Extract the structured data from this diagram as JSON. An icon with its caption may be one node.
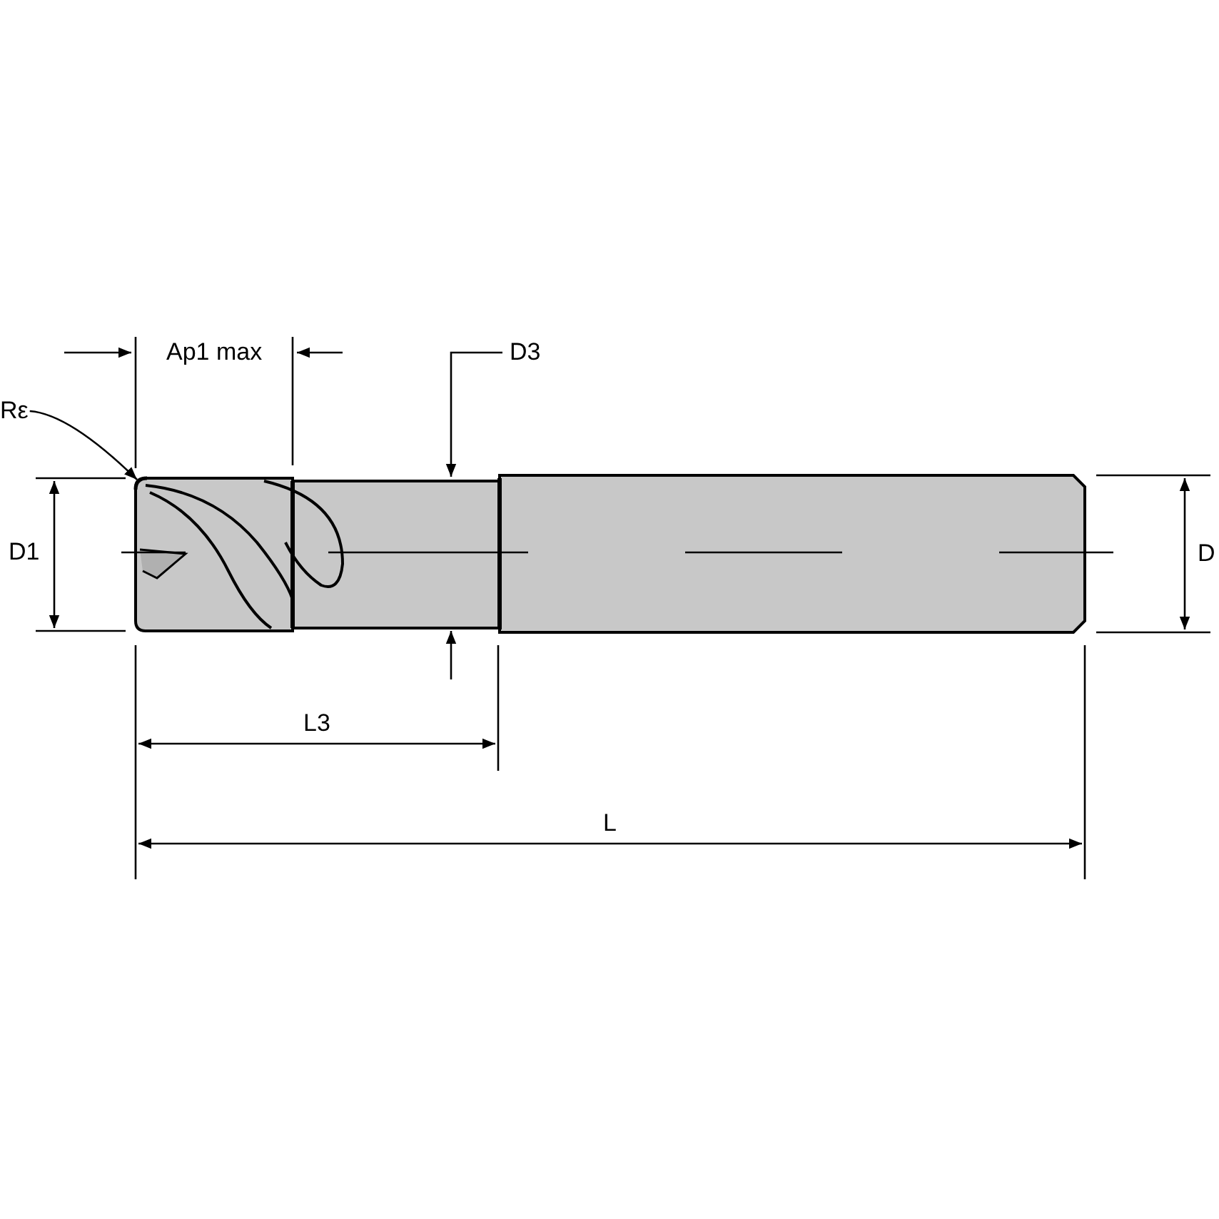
{
  "diagram": {
    "nodes": [
      {
        "text": [
          "Rε"
        ]
      },
      {
        "text": [],
        "shape": "arc"
      }
    ],
    "edges": [
      {
        "from": 0,
        "to": 1,
        "arrow": "to"
      }
    ],
    "labels": [
      "Ap1 max",
      "D3",
      "D1",
      "D",
      "L3",
      "L"
    ]
  }
}
